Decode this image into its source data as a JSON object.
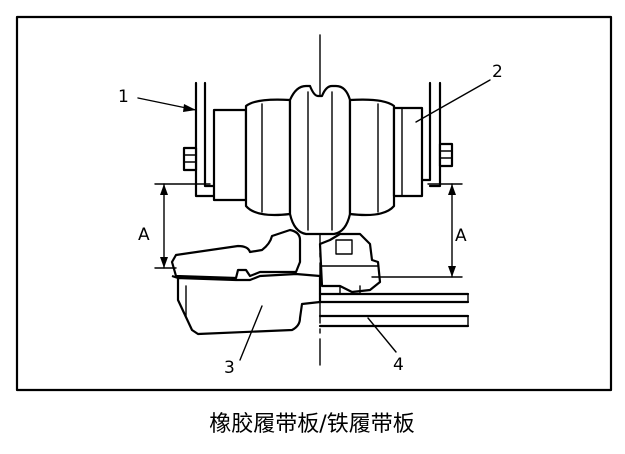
{
  "labels": {
    "part1": "1",
    "part2": "2",
    "part3": "3",
    "part4": "4",
    "dim_left": "A",
    "dim_right": "A"
  },
  "caption": "橡胶履带板/铁履带板"
}
